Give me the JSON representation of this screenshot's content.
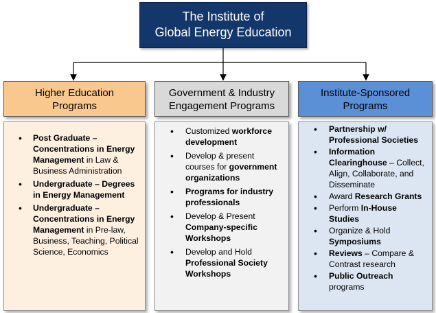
{
  "title": {
    "line1": "The Institute of",
    "line2": "Global Energy Education"
  },
  "columns": [
    {
      "header": {
        "line1": "Higher Education",
        "line2": "Programs"
      },
      "items": [
        {
          "bold": "Post Graduate – Concentrations in Energy Management",
          "rest": " in Law & Business Administration"
        },
        {
          "bold": "Undergraduate – Degrees in Energy Management",
          "rest": ""
        },
        {
          "bold": "Undergraduate – Concentrations in Energy Management",
          "rest": " in Pre-law, Business, Teaching, Political Science, Economics"
        }
      ]
    },
    {
      "header": {
        "line1": "Government & Industry",
        "line2": "Engagement Programs"
      },
      "items": [
        {
          "pre": "Customized ",
          "bold": "workforce development",
          "rest": ""
        },
        {
          "pre": "Develop & present courses for ",
          "bold": "government organizations",
          "rest": ""
        },
        {
          "pre": "",
          "bold": "Programs for industry professionals",
          "rest": ""
        },
        {
          "pre": "Develop & Present ",
          "bold": "Company-specific Workshops",
          "rest": ""
        },
        {
          "pre": "Develop and Hold ",
          "bold": "Professional Society Workshops",
          "rest": ""
        }
      ]
    },
    {
      "header": {
        "line1": "Institute-Sponsored",
        "line2": "Programs"
      },
      "items": [
        {
          "pre": "",
          "bold": "Partnership w/ Professional Societies",
          "rest": ""
        },
        {
          "pre": "",
          "bold": "Information Clearinghouse",
          "rest": " – Collect, Align, Collaborate, and Disseminate"
        },
        {
          "pre": "Award ",
          "bold": "Research Grants",
          "rest": ""
        },
        {
          "pre": "Perform ",
          "bold": "In-House Studies",
          "rest": ""
        },
        {
          "pre": "Organize & Hold ",
          "bold": "Symposiums",
          "rest": ""
        },
        {
          "pre": "",
          "bold": "Reviews",
          "rest": " – Compare & Contrast research"
        },
        {
          "pre": "",
          "bold": "Public Outreach",
          "rest": " programs"
        }
      ]
    }
  ]
}
